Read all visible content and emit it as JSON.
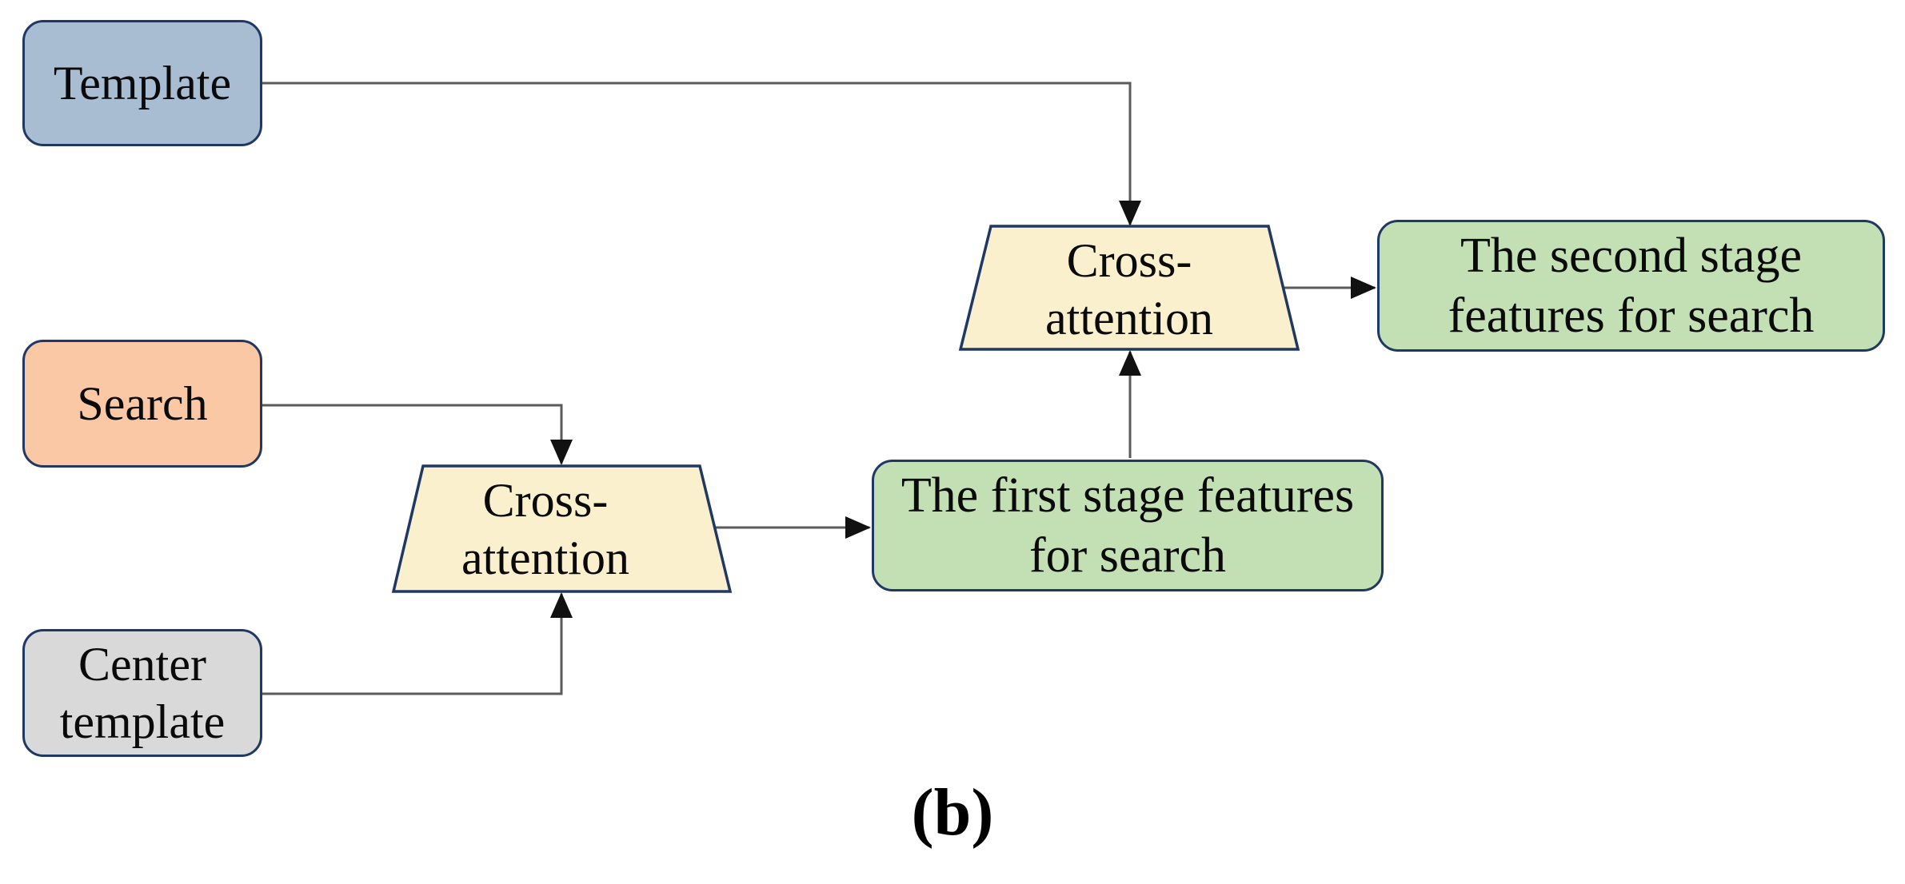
{
  "figure": {
    "caption": "(b)"
  },
  "nodes": {
    "template": {
      "label": "Template",
      "shape": "rounded-rect",
      "fill": "#a9bdd2"
    },
    "search": {
      "label": "Search",
      "shape": "rounded-rect",
      "fill": "#fac8a4"
    },
    "center_template": {
      "label": "Center template",
      "shape": "rounded-rect",
      "fill": "#d9d9d9"
    },
    "cross_attention_1": {
      "label": "Cross-attention",
      "shape": "trapezoid",
      "fill": "#faf0cd"
    },
    "cross_attention_2": {
      "label": "Cross-attention",
      "shape": "trapezoid",
      "fill": "#faf0cd"
    },
    "stage1": {
      "label": "The first stage features for search",
      "shape": "rounded-rect",
      "fill": "#c3dfb4"
    },
    "stage2": {
      "label": "The second stage features for search",
      "shape": "rounded-rect",
      "fill": "#c3dfb4"
    }
  },
  "edges": [
    {
      "from": "template",
      "to": "cross_attention_2"
    },
    {
      "from": "search",
      "to": "cross_attention_1"
    },
    {
      "from": "center_template",
      "to": "cross_attention_1"
    },
    {
      "from": "cross_attention_1",
      "to": "stage1"
    },
    {
      "from": "stage1",
      "to": "cross_attention_2"
    },
    {
      "from": "cross_attention_2",
      "to": "stage2"
    }
  ],
  "colors": {
    "background": "#ffffff",
    "node_border": "#1f3864",
    "connector_line": "#5a5a5a",
    "arrowhead": "#111111",
    "text": "#0a0a0a"
  }
}
